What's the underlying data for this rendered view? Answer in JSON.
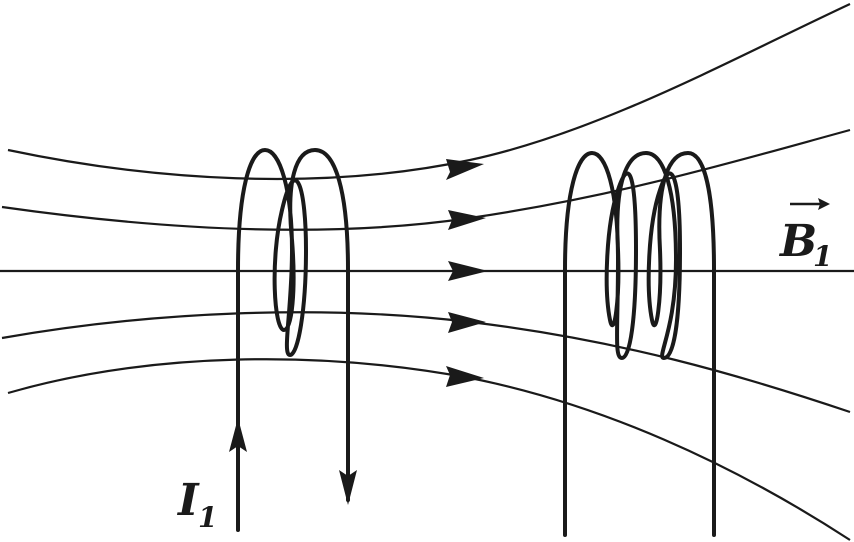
{
  "labels": {
    "current": {
      "symbol": "I",
      "subscript": "1"
    },
    "field": {
      "symbol": "B",
      "subscript": "1"
    }
  },
  "colors": {
    "ink": "#1a1a1a",
    "background": "#ffffff"
  }
}
